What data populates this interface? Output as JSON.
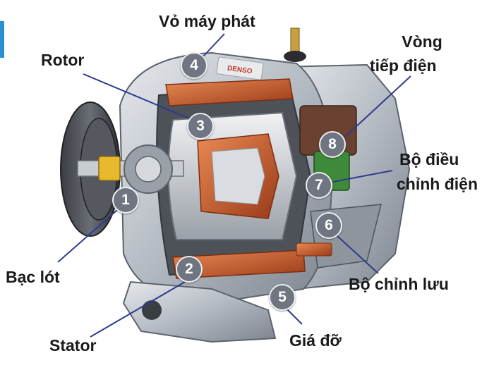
{
  "labels": {
    "casing": "Vỏ máy phát",
    "rotor": "Rotor",
    "slip_ring_line1": "Vòng",
    "slip_ring_line2": "tiếp điện",
    "regulator_line1": "Bộ điều",
    "regulator_line2": "chỉnh điện",
    "bushing": "Bạc lót",
    "rectifier": "Bộ chỉnh lưu",
    "stator": "Stator",
    "bracket": "Giá đỡ"
  },
  "markers": [
    "1",
    "2",
    "3",
    "4",
    "5",
    "6",
    "7",
    "8"
  ],
  "brand_plate": "DENSO",
  "colors": {
    "marker_fill": "#6f7681",
    "leader_line": "#2f3a8f",
    "copper": "#c4572c",
    "housing": "#b9bec5"
  }
}
